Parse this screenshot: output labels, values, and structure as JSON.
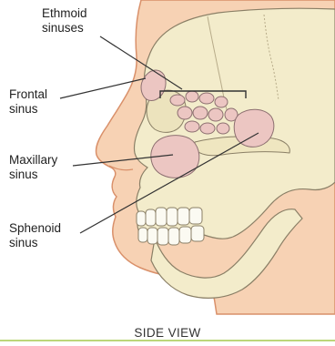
{
  "labels": {
    "ethmoid": "Ethmoid\nsinuses",
    "frontal": "Frontal\nsinus",
    "maxillary": "Maxillary\nsinus",
    "sphenoid": "Sphenoid\nsinus"
  },
  "caption": "SIDE VIEW",
  "colors": {
    "skin": "#f7d2b4",
    "skin_outline": "#d9906a",
    "bone": "#f3eccb",
    "bone_outline": "#8a7f66",
    "sinus": "#ecc6c2",
    "sinus_outline": "#8c6f70",
    "teeth": "#fbfaf2",
    "leader_line": "#333333",
    "rule": "#bcd67a"
  }
}
